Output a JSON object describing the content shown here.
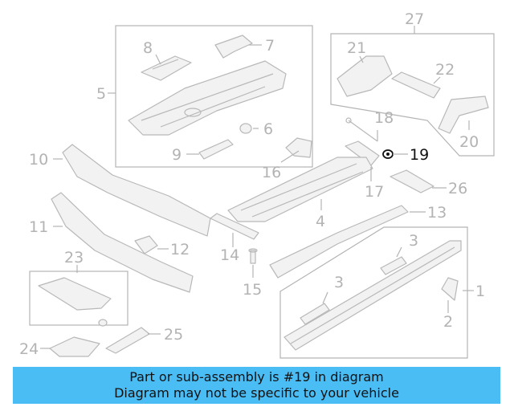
{
  "diagram": {
    "labels": {
      "p1": "1",
      "p2": "2",
      "p3a": "3",
      "p3b": "3",
      "p4": "4",
      "p5": "5",
      "p6": "6",
      "p7": "7",
      "p8": "8",
      "p9": "9",
      "p10": "10",
      "p11": "11",
      "p12": "12",
      "p13": "13",
      "p14": "14",
      "p15": "15",
      "p16": "16",
      "p17": "17",
      "p18": "18",
      "p19": "19",
      "p20": "20",
      "p21": "21",
      "p22": "22",
      "p23": "23",
      "p24": "24",
      "p25": "25",
      "p26": "26",
      "p27": "27"
    },
    "highlighted_part": "19"
  },
  "banner": {
    "line1": "Part or sub-assembly is #19 in diagram",
    "line2": "Diagram may not be specific to your vehicle"
  },
  "colors": {
    "banner_bg": "#4bbdf5",
    "line_gray": "#b3b3b3",
    "highlight": "#111111"
  }
}
